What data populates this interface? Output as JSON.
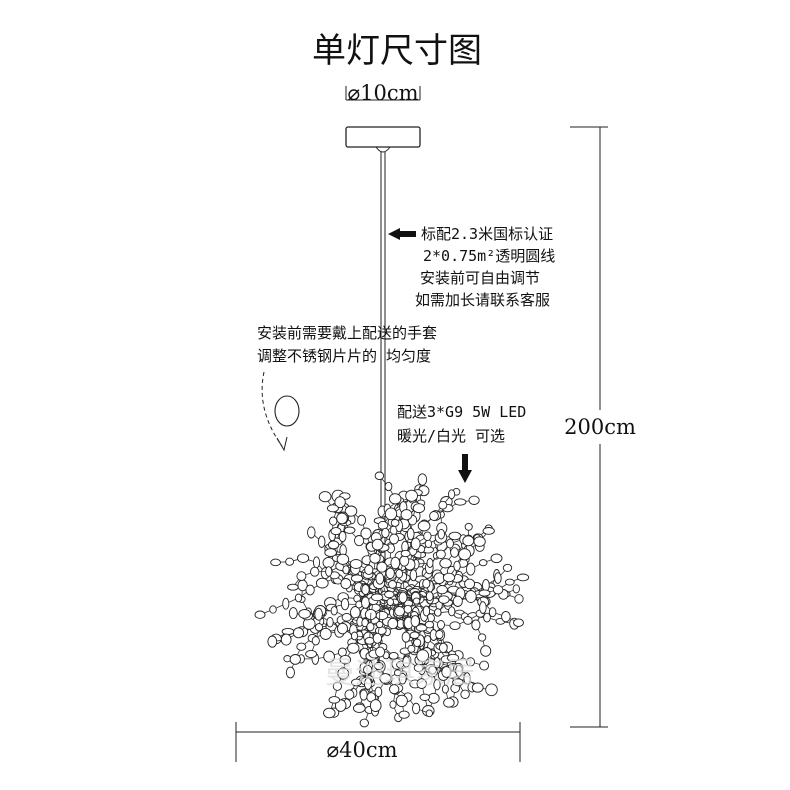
{
  "title": "单灯尺寸图",
  "dimensions": {
    "canopy_diameter": "⌀10cm",
    "total_height": "200cm",
    "body_diameter": "⌀40cm"
  },
  "notes": {
    "cable": [
      "标配2.3米国标认证",
      "2*0.75m²透明圆线",
      "安装前可自由调节",
      "如需加长请联系客服"
    ],
    "gloves": [
      "安装前需要戴上配送的手套",
      "调整不锈钢片片的 均匀度"
    ],
    "bulb": [
      "配送3*G9 5W LED",
      "暖光/白光 可选"
    ]
  },
  "watermark": "曼迪琪家居",
  "colors": {
    "line": "#222222",
    "text": "#111111",
    "watermark": "#d8d8d8"
  }
}
